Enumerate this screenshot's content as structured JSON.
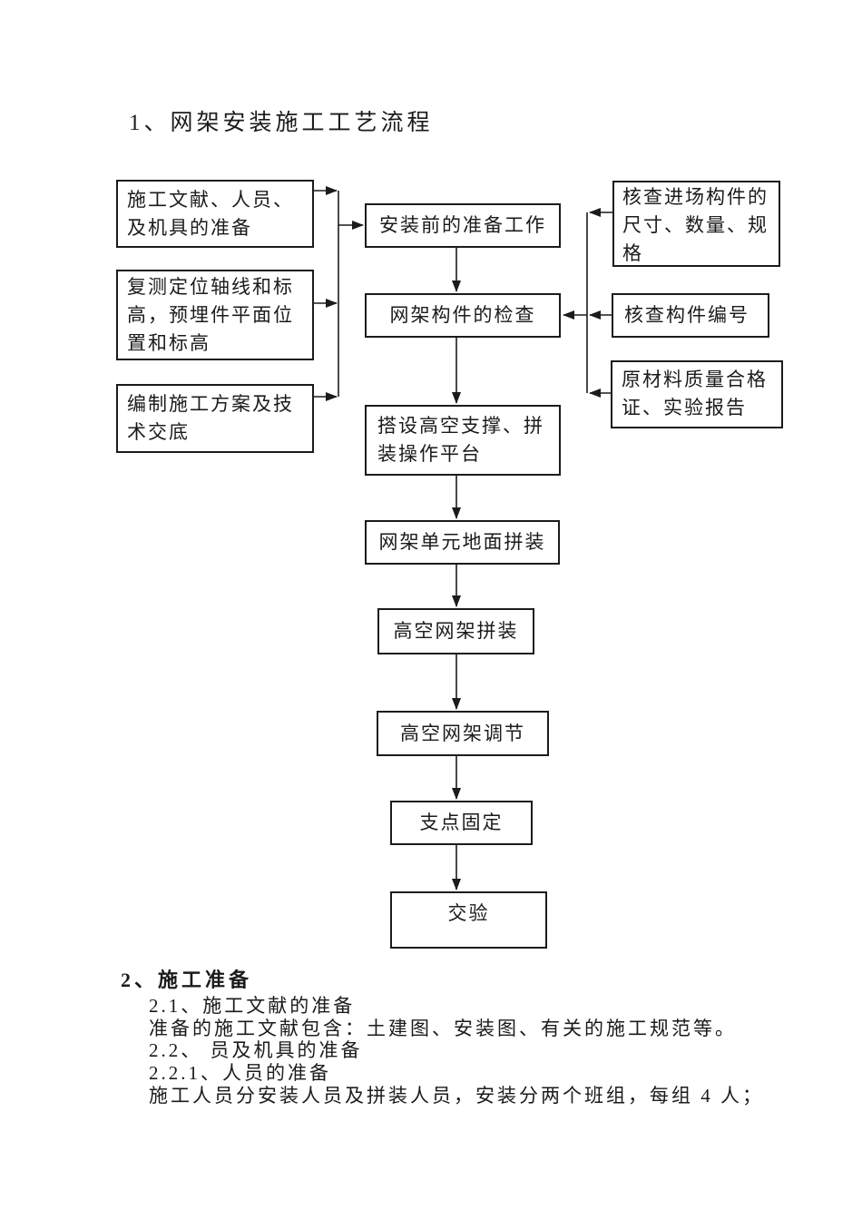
{
  "document": {
    "section1_heading": "1、网架安装施工工艺流程",
    "section2_heading": "2、施工准备",
    "section2_lines": [
      "2.1、施工文献的准备",
      "准备的施工文献包含：土建图、安装图、有关的施工规范等。",
      "2.2、 员及机具的准备",
      "2.2.1、人员的准备",
      "施工人员分安装人员及拼装人员，安装分两个班组，每组 4 人；"
    ]
  },
  "flowchart": {
    "prep_boxes": [
      {
        "label": "施工文献、人员、及机具的准备"
      },
      {
        "label": "复测定位轴线和标高，预埋件平面位置和标高"
      },
      {
        "label": "编制施工方案及技术交底"
      }
    ],
    "main_steps": [
      {
        "label": "安装前的准备工作"
      },
      {
        "label": "网架构件的检查"
      },
      {
        "label": "搭设高空支撑、拼装操作平台"
      },
      {
        "label": "网架单元地面拼装"
      },
      {
        "label": "高空网架拼装"
      },
      {
        "label": "高空网架调节"
      },
      {
        "label": "支点固定"
      },
      {
        "label": "交验"
      }
    ],
    "check_boxes": [
      {
        "label": "核查进场构件的尺寸、数量、规格"
      },
      {
        "label": "核查构件编号"
      },
      {
        "label": "原材料质量合格证、实验报告"
      }
    ],
    "line_color": "#1b1b1b"
  }
}
